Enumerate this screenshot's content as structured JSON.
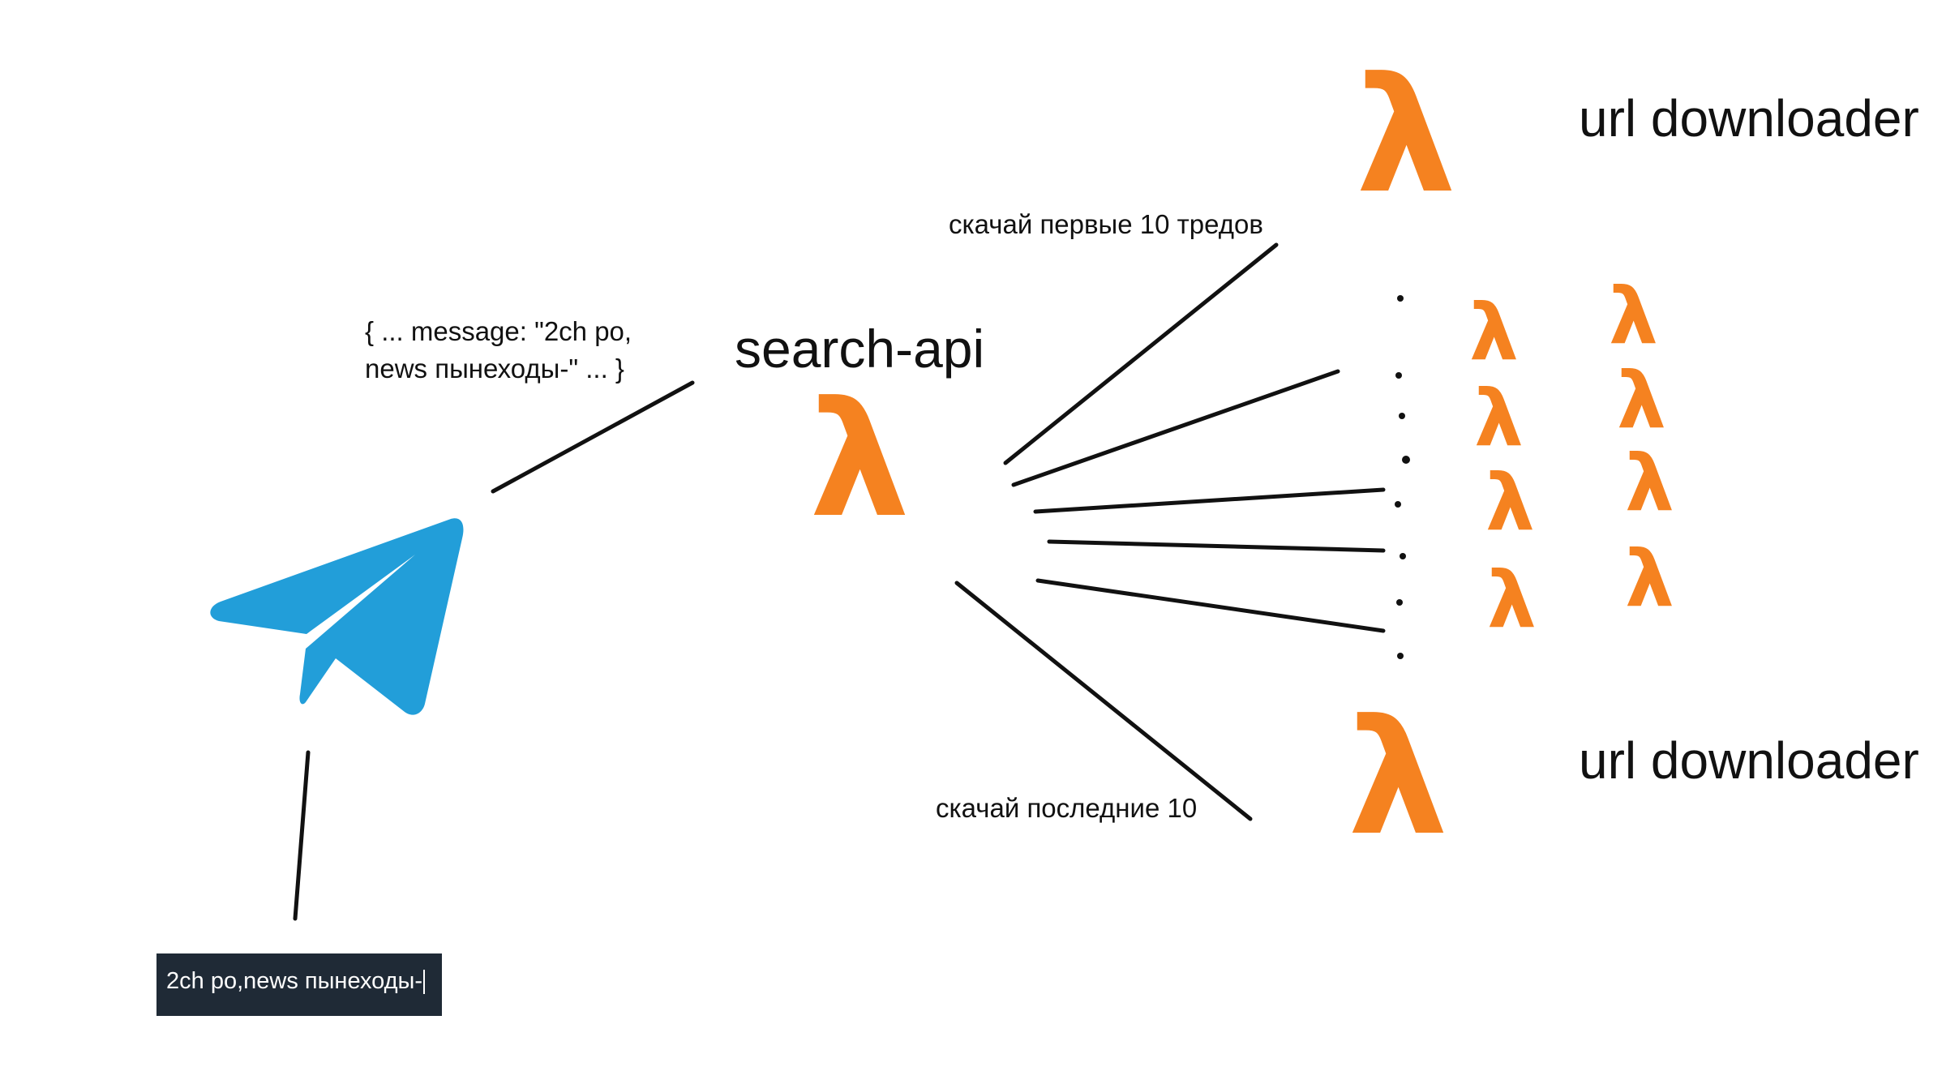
{
  "labels": {
    "request_payload_line1": "{ ... message: \"2ch po,",
    "request_payload_line2": "news пынеходы-\" ... }",
    "search_api": "search-api",
    "download_first": "скачай первые 10 тредов",
    "download_last": "скачай последние 10",
    "url_downloader_top": "url downloader",
    "url_downloader_bottom": "url downloader"
  },
  "input": {
    "value": "2ch po,news пынеходы-"
  },
  "icons": {
    "telegram": "telegram-icon",
    "lambda": "aws-lambda-icon"
  },
  "lambda_glyph": "λ",
  "colors": {
    "lambda": "#f58220",
    "telegram": "#229ed9",
    "input_bg": "#1f2a36",
    "lines": "#111111"
  }
}
